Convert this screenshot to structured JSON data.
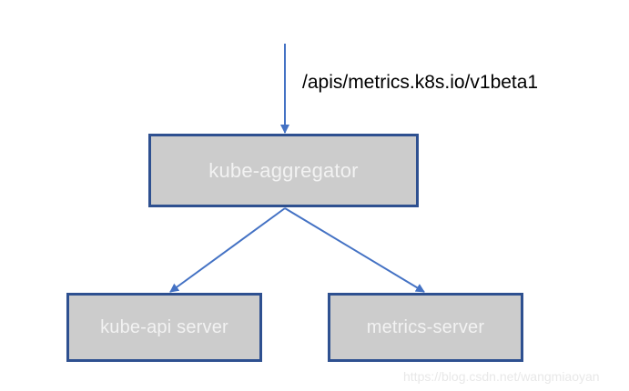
{
  "diagram": {
    "title_label": "/apis/metrics.k8s.io/v1beta1",
    "nodes": [
      {
        "id": "kube-aggregator",
        "label": "kube-aggregator"
      },
      {
        "id": "kube-api-server",
        "label": "kube-api server"
      },
      {
        "id": "metrics-server",
        "label": "metrics-server"
      }
    ],
    "edges": [
      {
        "from": "entrypoint",
        "to": "kube-aggregator"
      },
      {
        "from": "kube-aggregator",
        "to": "kube-api-server"
      },
      {
        "from": "kube-aggregator",
        "to": "metrics-server"
      }
    ],
    "colors": {
      "node_border": "#2e5090",
      "node_fill": "#cccccc",
      "node_text": "#f2f2f2",
      "arrow": "#4472c4",
      "label_text": "#000000",
      "background": "#ffffff",
      "watermark": "#e8e8e8"
    }
  },
  "watermark": {
    "text": "https://blog.csdn.net/wangmiaoyan"
  }
}
